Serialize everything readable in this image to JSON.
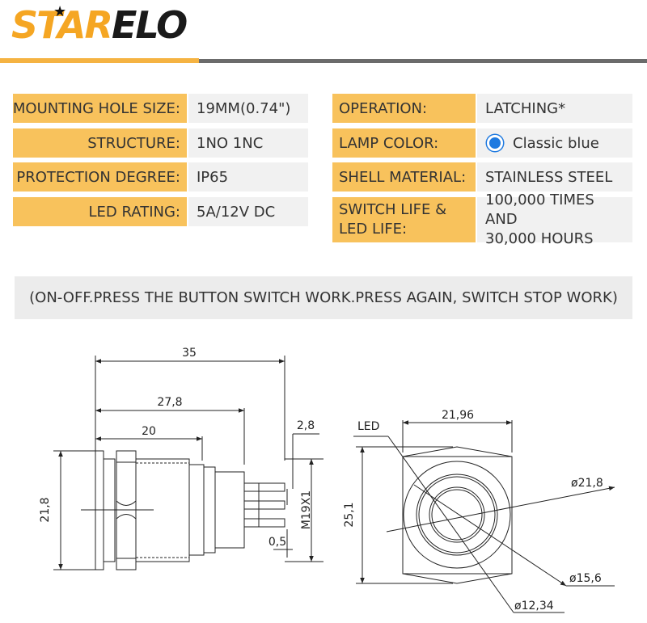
{
  "brand": {
    "logo_part1": "STAR",
    "logo_part2": "ELO",
    "accent_color": "#f5a623",
    "label_bg": "#f8c25c",
    "value_bg": "#f1f1f1"
  },
  "specs_left": [
    {
      "label": "MOUNTING HOLE SIZE:",
      "value": "19MM(0.74\")"
    },
    {
      "label": "STRUCTURE:",
      "value": "1NO 1NC"
    },
    {
      "label": "PROTECTION DEGREE:",
      "value": "IP65"
    },
    {
      "label": "LED RATING:",
      "value": "5A/12V DC"
    }
  ],
  "specs_right": [
    {
      "label": "OPERATION:",
      "value": "LATCHING*"
    },
    {
      "label": "LAMP COLOR:",
      "value": "Classic blue",
      "swatch": "#1f7ae0"
    },
    {
      "label": "SHELL MATERIAL:",
      "value": "STAINLESS STEEL"
    },
    {
      "label_line1": "SWITCH LIFE &",
      "label_line2": "LED LIFE:",
      "value_line1": "100,000 TIMES AND",
      "value_line2": "30,000 HOURS"
    }
  ],
  "operation_note": "(ON-OFF.PRESS THE BUTTON SWITCH WORK.PRESS AGAIN, SWITCH STOP WORK)",
  "drawing": {
    "side_view": {
      "dim_total": "35",
      "dim_body": "27,8",
      "dim_front": "20",
      "dim_terminal": "2,8",
      "dim_height": "21,8",
      "dim_thread": "M19X1",
      "dim_gap": "0,5"
    },
    "front_view": {
      "led_label": "LED",
      "dim_flats": "21,96",
      "dim_height": "25,1",
      "dia_outer": "ø21,8",
      "dia_mid": "ø15,6",
      "dia_inner": "ø12,34"
    }
  }
}
